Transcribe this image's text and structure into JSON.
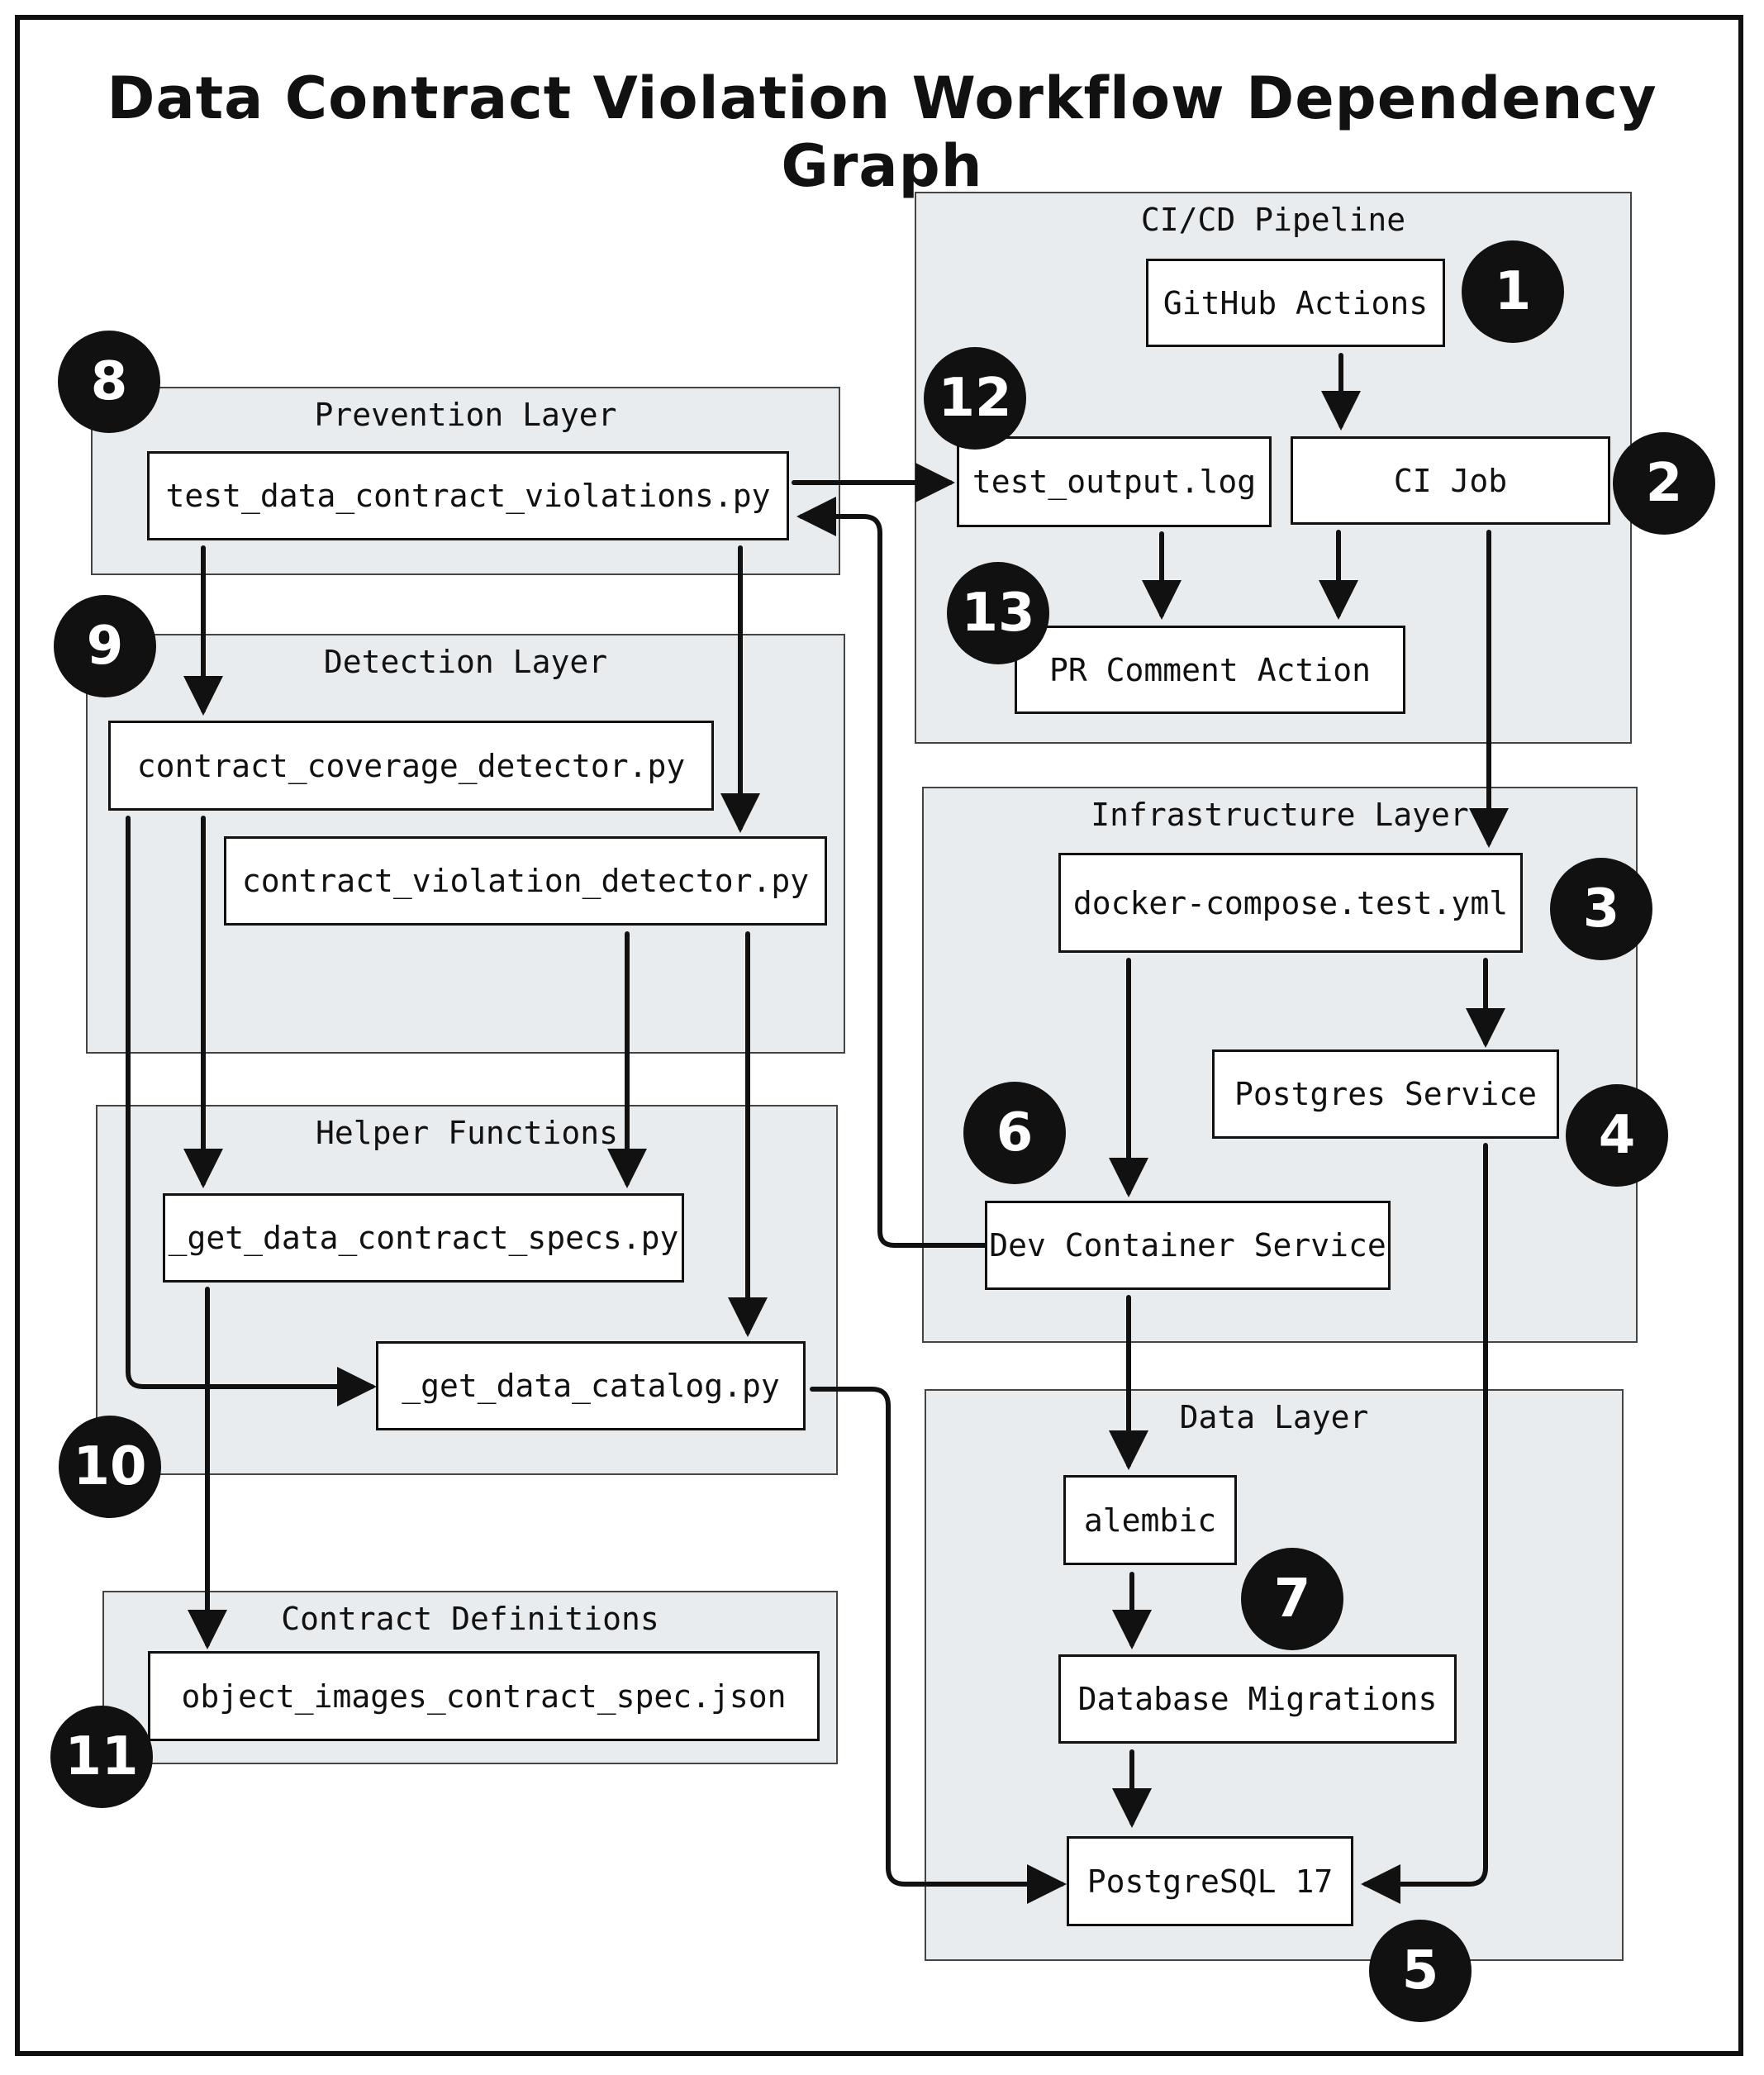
{
  "title": "Data Contract Violation Workflow Dependency Graph",
  "groups": {
    "cicd": "CI/CD Pipeline",
    "prevention": "Prevention Layer",
    "detection": "Detection Layer",
    "helpers": "Helper Functions",
    "contracts": "Contract Definitions",
    "infra": "Infrastructure Layer",
    "data": "Data Layer"
  },
  "nodes": {
    "github_actions": "GitHub Actions",
    "ci_job": "CI Job",
    "test_output": "test_output.log",
    "pr_comment": "PR Comment Action",
    "test_violations": "test_data_contract_violations.py",
    "coverage_detector": "contract_coverage_detector.py",
    "violation_detector": "contract_violation_detector.py",
    "get_specs": "_get_data_contract_specs.py",
    "get_catalog": "_get_data_catalog.py",
    "contract_spec": "object_images_contract_spec.json",
    "docker_compose": "docker-compose.test.yml",
    "postgres_service": "Postgres Service",
    "dev_container": "Dev Container Service",
    "alembic": "alembic",
    "db_migrations": "Database Migrations",
    "postgresql": "PostgreSQL 17"
  },
  "badges": {
    "b1": "1",
    "b2": "2",
    "b3": "3",
    "b4": "4",
    "b5": "5",
    "b6": "6",
    "b7": "7",
    "b8": "8",
    "b9": "9",
    "b10": "10",
    "b11": "11",
    "b12": "12",
    "b13": "13"
  },
  "edges": [
    {
      "from": "GitHub Actions",
      "to": "CI Job"
    },
    {
      "from": "CI Job",
      "to": "PR Comment Action"
    },
    {
      "from": "test_output.log",
      "to": "PR Comment Action"
    },
    {
      "from": "CI Job",
      "to": "docker-compose.test.yml"
    },
    {
      "from": "test_data_contract_violations.py",
      "to": "test_output.log"
    },
    {
      "from": "test_data_contract_violations.py",
      "to": "contract_coverage_detector.py"
    },
    {
      "from": "test_data_contract_violations.py",
      "to": "contract_violation_detector.py"
    },
    {
      "from": "Dev Container Service",
      "to": "test_data_contract_violations.py"
    },
    {
      "from": "contract_coverage_detector.py",
      "to": "_get_data_contract_specs.py"
    },
    {
      "from": "contract_coverage_detector.py",
      "to": "_get_data_catalog.py"
    },
    {
      "from": "contract_violation_detector.py",
      "to": "_get_data_contract_specs.py"
    },
    {
      "from": "contract_violation_detector.py",
      "to": "_get_data_catalog.py"
    },
    {
      "from": "_get_data_contract_specs.py",
      "to": "object_images_contract_spec.json"
    },
    {
      "from": "_get_data_catalog.py",
      "to": "PostgreSQL 17"
    },
    {
      "from": "docker-compose.test.yml",
      "to": "Postgres Service"
    },
    {
      "from": "docker-compose.test.yml",
      "to": "Dev Container Service"
    },
    {
      "from": "Postgres Service",
      "to": "PostgreSQL 17"
    },
    {
      "from": "Dev Container Service",
      "to": "alembic"
    },
    {
      "from": "alembic",
      "to": "Database Migrations"
    },
    {
      "from": "Database Migrations",
      "to": "PostgreSQL 17"
    }
  ]
}
